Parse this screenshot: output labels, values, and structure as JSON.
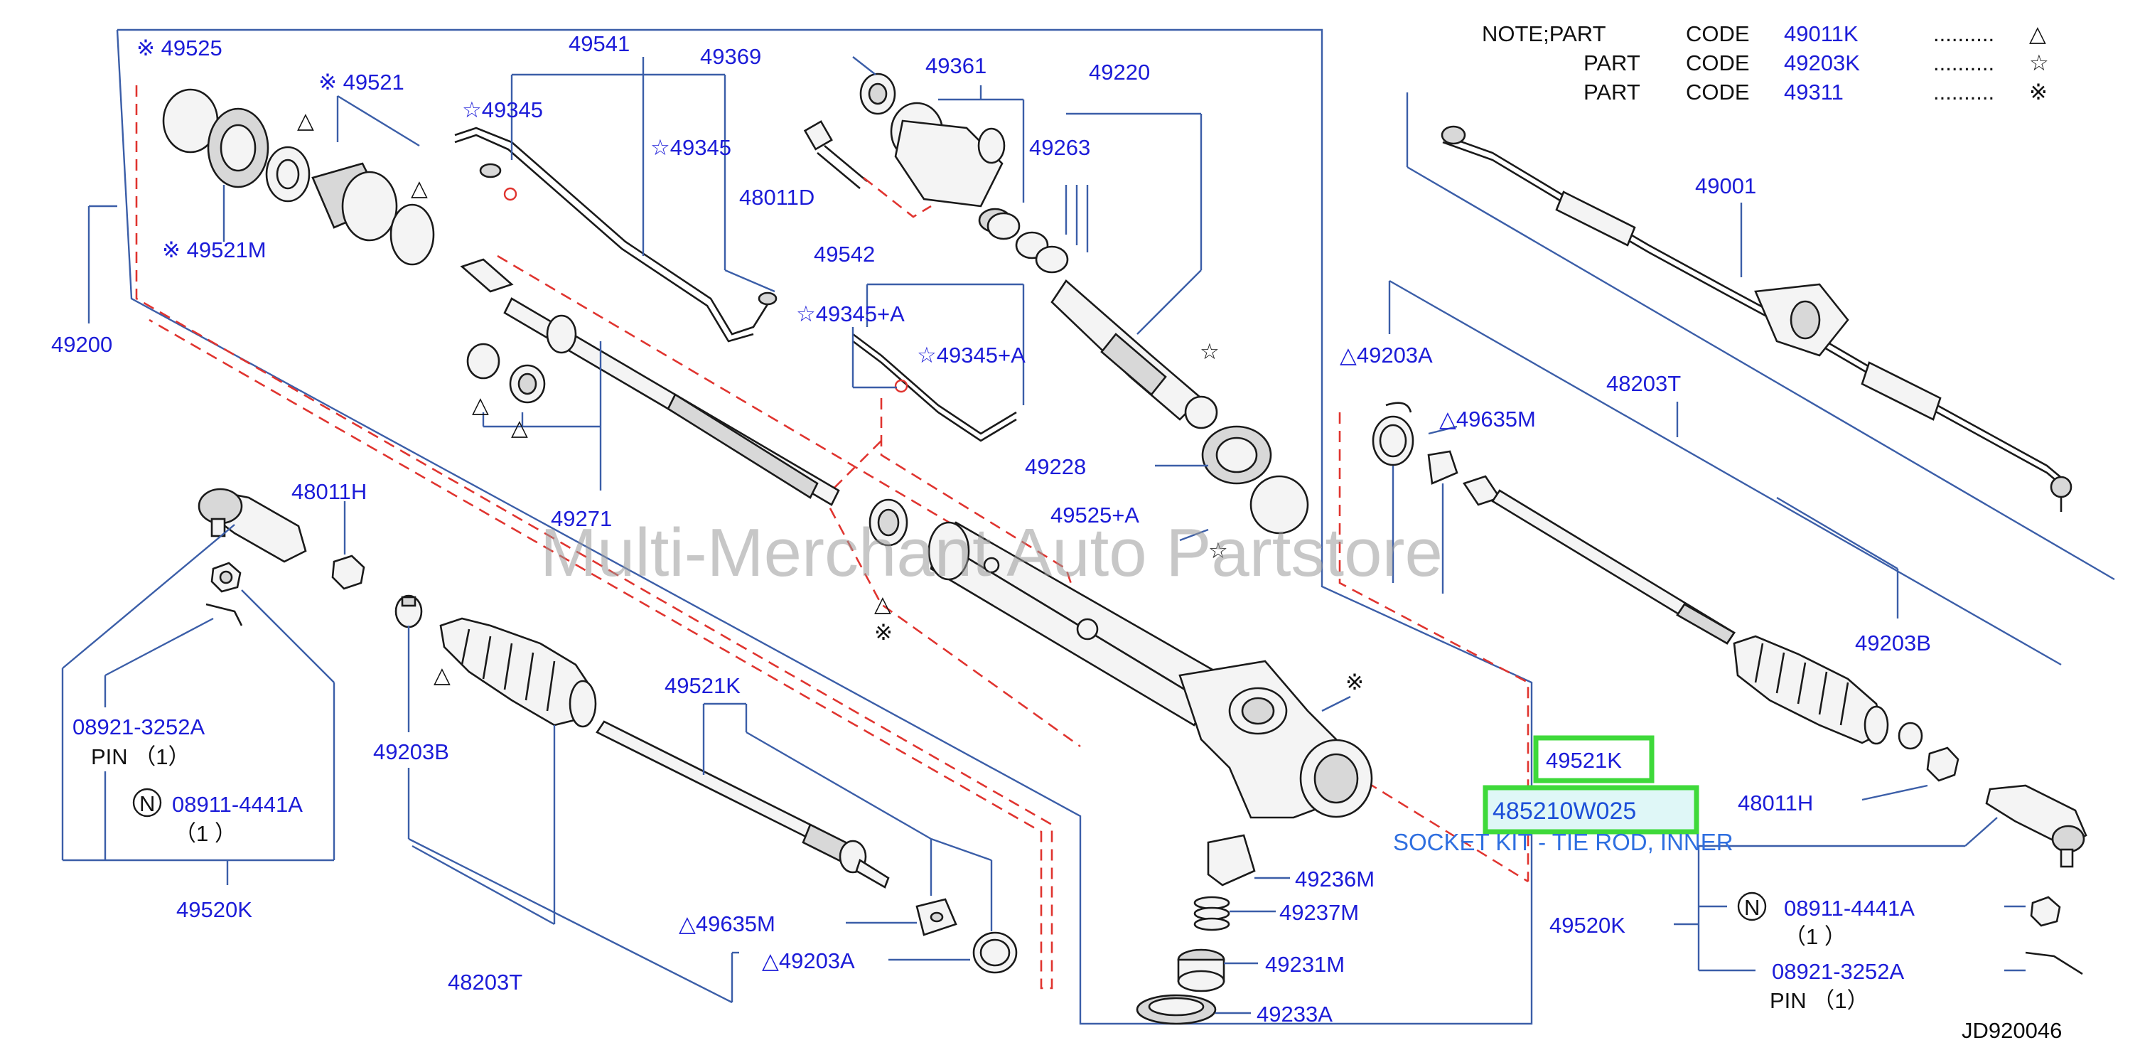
{
  "diagram_id": "JD920046",
  "watermark": "Multi-Merchant Auto Partstore",
  "notes": [
    {
      "prefix": "NOTE;PART",
      "word": "CODE",
      "code": "49011K",
      "dots": "..........",
      "symbol": "△"
    },
    {
      "prefix": "PART",
      "word": "CODE",
      "code": "49203K",
      "dots": "..........",
      "symbol": "☆"
    },
    {
      "prefix": "PART",
      "word": "CODE",
      "code": "49311",
      "dots": "..........",
      "symbol": "※"
    }
  ],
  "labels": {
    "p49525": "※ 49525",
    "p49521": "※ 49521",
    "p49521M": "※ 49521M",
    "p49200": "49200",
    "p49541": "49541",
    "p49369": "49369",
    "p49345a": "☆49345",
    "p49345b": "☆49345",
    "p49361": "49361",
    "p48011D": "48011D",
    "p49220": "49220",
    "p49263": "49263",
    "p49542": "49542",
    "p49345A1": "☆49345+A",
    "p49345A2": "☆49345+A",
    "p49228": "49228",
    "p49525A": "49525+A",
    "p49271": "49271",
    "p48011H_l": "48011H",
    "p08921_l": "08921-3252A",
    "pin_l": "PIN （1）",
    "p08911_l": "08911-4441A",
    "qty_l": "（1 ）",
    "p49520K_l": "49520K",
    "p49203B_l": "49203B",
    "p49521K_l": "49521K",
    "p49635M_l": "△49635M",
    "p49203A_l": "△49203A",
    "p48203T_l": "48203T",
    "p49236M": "49236M",
    "p49237M": "49237M",
    "p49231M": "49231M",
    "p49233A": "49233A",
    "p49001": "49001",
    "p49203A_r": "△49203A",
    "p49635M_r": "△49635M",
    "p48203T_r": "48203T",
    "p49203B_r": "49203B",
    "p48011H_r": "48011H",
    "p49520K_r": "49520K",
    "p08911_r": "08911-4441A",
    "qty_r": "（1 ）",
    "p08921_r": "08921-3252A",
    "pin_r": "PIN （1）"
  },
  "symbols": {
    "triangle": "△",
    "star": "☆",
    "kome": "※",
    "circle_n": "N"
  },
  "highlight": {
    "part_label": "49521K",
    "part_number": "485210W025",
    "description": "SOCKET KIT - TIE ROD, INNER",
    "box_color": "#3ed93a"
  },
  "colors": {
    "label_blue": "#1c1cd8",
    "leader_blue": "#3b5ea8",
    "dashed_red": "#e0342f"
  }
}
